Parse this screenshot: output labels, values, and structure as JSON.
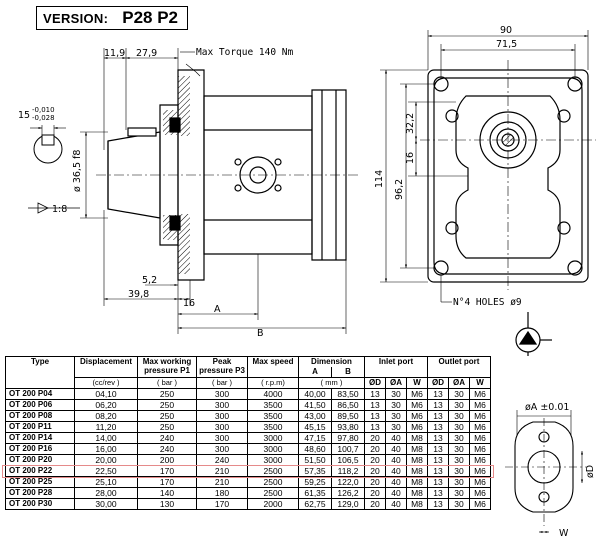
{
  "version": {
    "label": "VERSION:",
    "value": "P28 P2"
  },
  "drawing": {
    "dim_11_9": "11,9",
    "dim_27_9": "27,9",
    "max_torque": "Max Torque 140 Nm",
    "key_width": "15",
    "key_tol_top": "-0,010",
    "key_tol_bot": "-0,028",
    "shaft_dia": "ø 36,5 f8",
    "taper": "1:8",
    "dim_5_2": "5,2",
    "dim_39_8": "39,8",
    "dim_16": "16",
    "dim_A": "A",
    "dim_B": "B",
    "dim_90": "90",
    "dim_71_5": "71,5",
    "dim_32_2": "32,2",
    "dim_16_v": "16",
    "dim_114": "114",
    "dim_96_2": "96,2",
    "holes": "N°4 HOLES ø9",
    "port_a": "øA ±0.01",
    "port_d": "øD",
    "port_w": "W"
  },
  "table": {
    "headers": {
      "type": "Type",
      "displacement": "Displacement",
      "displacement_unit": "(cc/rev )",
      "max_pressure": "Max working pressure P1",
      "max_pressure_unit": "( bar )",
      "peak_pressure": "Peak pressure P3",
      "peak_pressure_unit": "( bar )",
      "max_speed": "Max speed",
      "max_speed_unit": "( r.p.m)",
      "dimension": "Dimension",
      "dim_a": "A",
      "dim_b": "B",
      "dim_unit": "( mm )",
      "inlet": "Inlet port",
      "outlet": "Outlet port",
      "od": "ØD",
      "oa": "ØA",
      "w": "W"
    },
    "rows": [
      {
        "type": "OT 200 P04",
        "disp": "04,10",
        "p1": "250",
        "p3": "300",
        "speed": "4000",
        "a": "40,00",
        "b": "83,50",
        "i_d": "13",
        "i_a": "30",
        "i_w": "M6",
        "o_d": "13",
        "o_a": "30",
        "o_w": "M6"
      },
      {
        "type": "OT 200 P06",
        "disp": "06,20",
        "p1": "250",
        "p3": "300",
        "speed": "3500",
        "a": "41,50",
        "b": "86,50",
        "i_d": "13",
        "i_a": "30",
        "i_w": "M6",
        "o_d": "13",
        "o_a": "30",
        "o_w": "M6"
      },
      {
        "type": "OT 200 P08",
        "disp": "08,20",
        "p1": "250",
        "p3": "300",
        "speed": "3500",
        "a": "43,00",
        "b": "89,50",
        "i_d": "13",
        "i_a": "30",
        "i_w": "M6",
        "o_d": "13",
        "o_a": "30",
        "o_w": "M6"
      },
      {
        "type": "OT 200 P11",
        "disp": "11,20",
        "p1": "250",
        "p3": "300",
        "speed": "3500",
        "a": "45,15",
        "b": "93,80",
        "i_d": "13",
        "i_a": "30",
        "i_w": "M6",
        "o_d": "13",
        "o_a": "30",
        "o_w": "M6"
      },
      {
        "type": "OT 200 P14",
        "disp": "14,00",
        "p1": "240",
        "p3": "300",
        "speed": "3000",
        "a": "47,15",
        "b": "97,80",
        "i_d": "20",
        "i_a": "40",
        "i_w": "M8",
        "o_d": "13",
        "o_a": "30",
        "o_w": "M6"
      },
      {
        "type": "OT 200 P16",
        "disp": "16,00",
        "p1": "240",
        "p3": "300",
        "speed": "3000",
        "a": "48,60",
        "b": "100,7",
        "i_d": "20",
        "i_a": "40",
        "i_w": "M8",
        "o_d": "13",
        "o_a": "30",
        "o_w": "M6"
      },
      {
        "type": "OT 200 P20",
        "disp": "20,00",
        "p1": "200",
        "p3": "240",
        "speed": "3000",
        "a": "51,50",
        "b": "106,5",
        "i_d": "20",
        "i_a": "40",
        "i_w": "M8",
        "o_d": "13",
        "o_a": "30",
        "o_w": "M6"
      },
      {
        "type": "OT 200 P22",
        "disp": "22,50",
        "p1": "170",
        "p3": "210",
        "speed": "2500",
        "a": "57,35",
        "b": "118,2",
        "i_d": "20",
        "i_a": "40",
        "i_w": "M8",
        "o_d": "13",
        "o_a": "30",
        "o_w": "M6"
      },
      {
        "type": "OT 200 P25",
        "disp": "25,10",
        "p1": "170",
        "p3": "210",
        "speed": "2500",
        "a": "59,25",
        "b": "122,0",
        "i_d": "20",
        "i_a": "40",
        "i_w": "M8",
        "o_d": "13",
        "o_a": "30",
        "o_w": "M6"
      },
      {
        "type": "OT 200 P28",
        "disp": "28,00",
        "p1": "140",
        "p3": "180",
        "speed": "2500",
        "a": "61,35",
        "b": "126,2",
        "i_d": "20",
        "i_a": "40",
        "i_w": "M8",
        "o_d": "13",
        "o_a": "30",
        "o_w": "M6"
      },
      {
        "type": "OT 200 P30",
        "disp": "30,00",
        "p1": "130",
        "p3": "170",
        "speed": "2000",
        "a": "62,75",
        "b": "129,0",
        "i_d": "20",
        "i_a": "40",
        "i_w": "M8",
        "o_d": "13",
        "o_a": "30",
        "o_w": "M6"
      }
    ]
  }
}
